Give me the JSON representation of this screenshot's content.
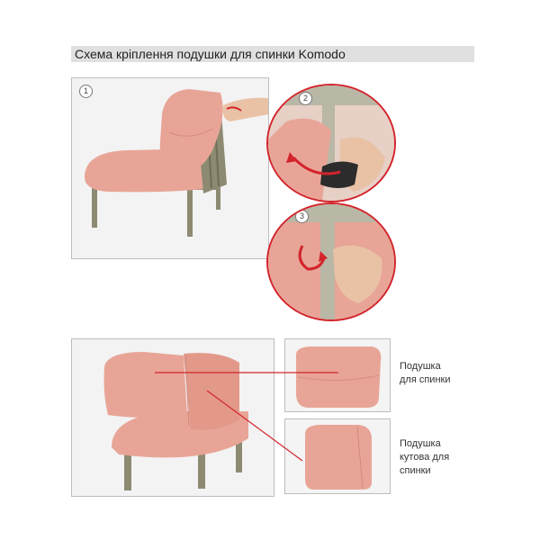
{
  "title": "Схема кріплення подушки для спинки Komodo",
  "steps": {
    "one": "1",
    "two": "2",
    "three": "3"
  },
  "labels": {
    "back_cushion": "Подушка\nдля спинки",
    "corner_cushion": "Подушка\nкутова для\nспинки"
  },
  "colors": {
    "accent": "#d3242c",
    "cushion": "#e8a597",
    "frame": "#8d8a72",
    "title_bg": "#e0e0e0"
  }
}
